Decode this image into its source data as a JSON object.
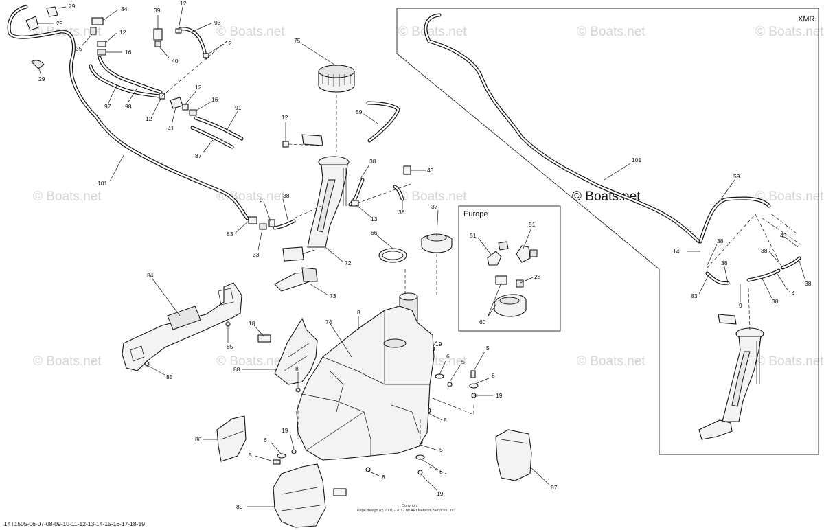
{
  "diagram": {
    "boxes": {
      "xmr_label": "XMR",
      "europe_label": "Europe"
    },
    "watermark": "© Boats.net",
    "watermark_center": "© Boats.net",
    "footer_code": "14T1505-06-07-08-09-10-11-12-13-14-15-16-17-18-19",
    "copyright_title": "Copyright",
    "copyright_line": "Page design (c) 2001 - 2017 by ARI Network Services, Inc.",
    "callouts": {
      "c29a": "29",
      "c29b": "29",
      "c29c": "29",
      "c34": "34",
      "c35": "35",
      "c12a": "12",
      "c16a": "16",
      "c39": "39",
      "c40": "40",
      "c12b": "12",
      "c93": "93",
      "c12c": "12",
      "c97": "97",
      "c98": "98",
      "c12d": "12",
      "c41": "41",
      "c12e": "12",
      "c16b": "16",
      "c91": "91",
      "c87a": "87",
      "c12f": "12",
      "c75": "75",
      "c59a": "59",
      "c38a": "38",
      "c43a": "43",
      "c101a": "101",
      "c9a": "9",
      "c38b": "38",
      "c83a": "83",
      "c33": "33",
      "c13": "13",
      "c38c": "38",
      "c37": "37",
      "c66": "66",
      "c72": "72",
      "c73": "73",
      "c84": "84",
      "c85a": "85",
      "c85b": "85",
      "c18": "18",
      "c74": "74",
      "c8a": "8",
      "c86": "86",
      "c8b": "8",
      "c19a": "19",
      "c6a": "6",
      "c5a": "5",
      "c5b": "5",
      "c6b": "6",
      "c19b": "19",
      "c8c": "8",
      "c19c": "19",
      "c6c": "6",
      "c5c": "5",
      "c5d": "5",
      "c6d": "6",
      "c8d": "8",
      "c19d": "19",
      "c89": "89",
      "c87b": "87",
      "c51a": "51",
      "c51b": "51",
      "c28": "28",
      "c60": "60",
      "c101b": "101",
      "c59b": "59",
      "c14a": "14",
      "c38d": "38",
      "c43b": "43",
      "c38e": "38",
      "c38f": "38",
      "c83b": "83",
      "c38g": "38",
      "c9b": "9",
      "c38h": "38",
      "c14b": "14"
    }
  }
}
